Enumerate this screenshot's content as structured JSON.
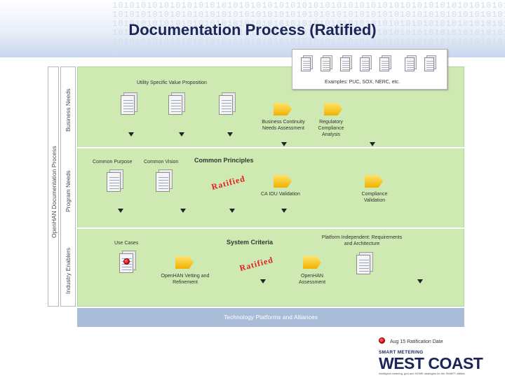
{
  "title": "Documentation Process (Ratified)",
  "binary_strip": "10101010101010101010101010101010101010101010101010101010101010101010101010101010101010101010",
  "lanes": {
    "outer": "OpenHAN Documentation Process",
    "business_needs": "Business Needs",
    "program_needs": "Program Needs",
    "industry_enablers": "Industry Enablers"
  },
  "examples_label": "Examples: PUC, SOX, NERC, etc.",
  "business": {
    "utility_value": "Utility Specific Value Proposition",
    "continuity": "Business Continuity Needs Assessment",
    "regulatory": "Regulatory Compliance Analysis"
  },
  "program": {
    "common_purpose": "Common Purpose",
    "common_vision": "Common Vision",
    "common_principles": "Common Principles",
    "ratified": "Ratified",
    "ca_iou": "CA IOU Validation",
    "compliance": "Compliance Validation"
  },
  "industry": {
    "use_cases": "Use Cases",
    "system_criteria": "System Criteria",
    "platform": "Platform Independent: Requirements and Architecture",
    "vetting": "OpenHAN Vetting and Refinement",
    "ratified": "Ratified",
    "assessment": "OpenHAN Assessment"
  },
  "bottom_bar": "Technology Platforms and Alliances",
  "legend": "Aug 15 Ratification Date",
  "logo": {
    "small": "SMART METERING",
    "big": "WEST COAST",
    "tag": "Intelligent metering, grid and HOME strategies for the SMART utilities"
  },
  "colors": {
    "title": "#1b2556",
    "lane_fill": "#cfe9b2",
    "bottom_bar": "#a9bcd8",
    "process_shape": "#f0b000",
    "ratified_stamp": "#e02020",
    "ratification_dot": "#d40000"
  }
}
